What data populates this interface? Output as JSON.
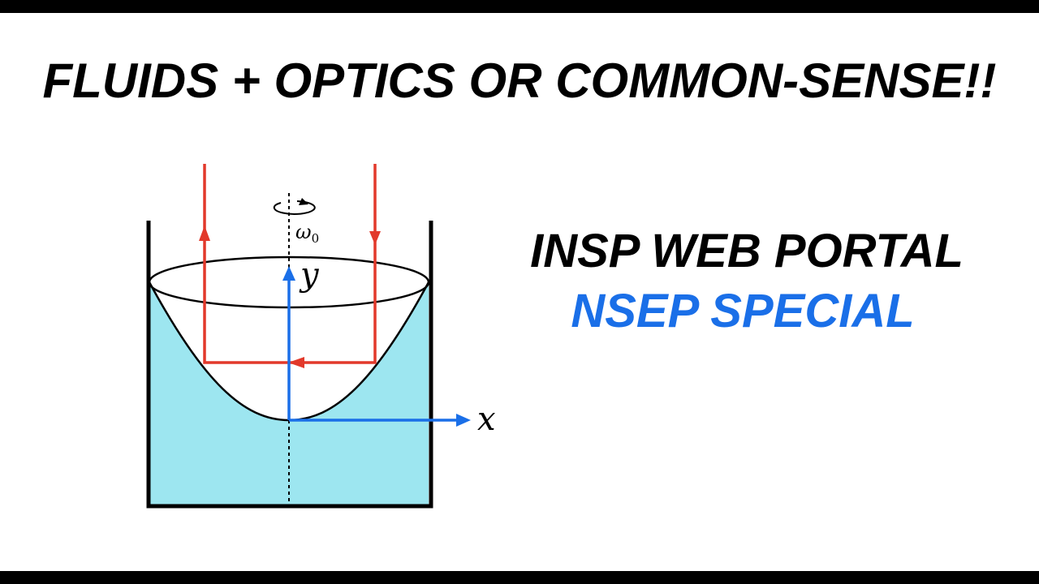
{
  "headline": "FLUIDS + OPTICS OR COMMON-SENSE!!",
  "subtitle": "INSP WEB PORTAL",
  "special": "NSEP SPECIAL",
  "diagram": {
    "axis_y_label": "y",
    "axis_x_label": "x",
    "omega_symbol": "ω",
    "omega_subscript": "0"
  },
  "colors": {
    "background": "#ffffff",
    "bars": "#000000",
    "fluid": "#9de6f0",
    "ray": "#e2392b",
    "axis": "#1a6fe8",
    "special_text": "#1a6fe8"
  }
}
